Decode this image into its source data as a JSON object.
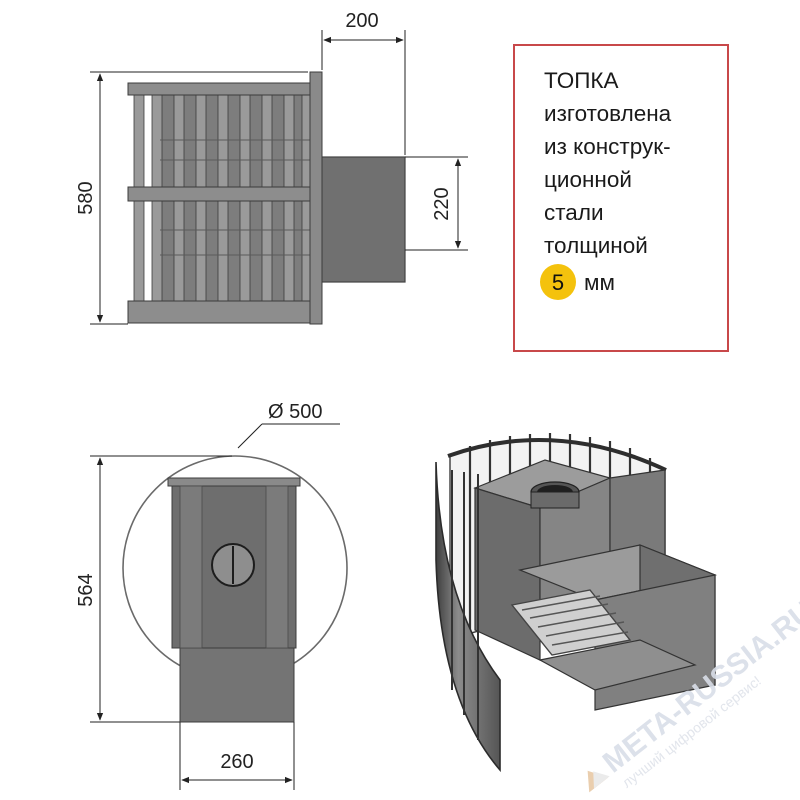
{
  "dimensions": {
    "side_width": "200",
    "side_height": "580",
    "tunnel_height": "220",
    "diameter": "Ø 500",
    "front_height": "564",
    "tunnel_width": "260"
  },
  "info": {
    "lines": [
      "ТОПКА",
      "изготовлена",
      "из конструк-",
      "ционной",
      "стали",
      "толщиной"
    ],
    "thickness_value": "5",
    "thickness_unit": "мм"
  },
  "watermark": {
    "brand": "META-RUSSIA.RU",
    "slogan": "лучший цифровой сервис!"
  },
  "colors": {
    "steel": "#7a7a7a",
    "steel_dark": "#4a4a4a",
    "steel_light": "#9a9a9a",
    "frame_border": "#c8484a",
    "badge": "#f4c20d",
    "watermark": "#d9dee8"
  }
}
